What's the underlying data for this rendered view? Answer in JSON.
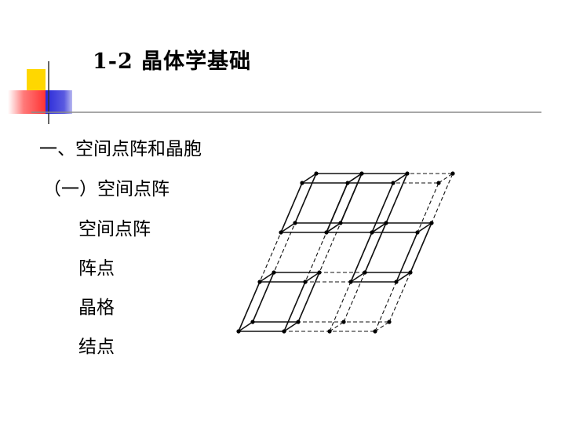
{
  "slide": {
    "title": "1-2 晶体学基础",
    "outline": [
      {
        "text": "一、空间点阵和晶胞",
        "level": 0
      },
      {
        "text": "（一）空间点阵",
        "level": 0
      },
      {
        "text": "空间点阵",
        "level": 1
      },
      {
        "text": "阵点",
        "level": 1
      },
      {
        "text": "晶格",
        "level": 1
      },
      {
        "text": "结点",
        "level": 1
      }
    ],
    "colors": {
      "accent_yellow": "#FFD700",
      "accent_blue": "#1E1ECC",
      "accent_red": "#FF4A4A",
      "rule_gray": "#8C8C8C"
    },
    "figure": {
      "icon": "crystal-lattice-figure"
    }
  }
}
